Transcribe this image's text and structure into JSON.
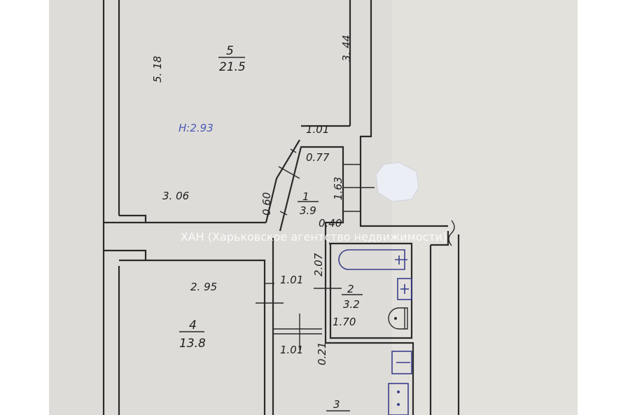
{
  "plan": {
    "rooms": [
      {
        "number": "5",
        "area": "21.5"
      },
      {
        "number": "1",
        "area": "3.9"
      },
      {
        "number": "2",
        "area": "3.2"
      },
      {
        "number": "4",
        "area": "13.8"
      },
      {
        "number": "3",
        "area": ""
      }
    ],
    "dimensions": {
      "room5_length": "5. 18",
      "room5_right": "3. 44",
      "room5_width": "3. 06",
      "ceiling_height": "H:2.93",
      "hall_top": "1.01",
      "hall_inner": "0.77",
      "hall_diag": "0.60",
      "hall_side": "1.63",
      "hall_bottom": "0.40",
      "corridor_width": "1.01",
      "bath_height": "2.07",
      "bath_width": "1.70",
      "room4_width": "2. 95",
      "corridor_lower": "1.01",
      "wall_gap": "0.21"
    },
    "watermark": "ХАН (Харьковское агентство недвижимости)"
  }
}
